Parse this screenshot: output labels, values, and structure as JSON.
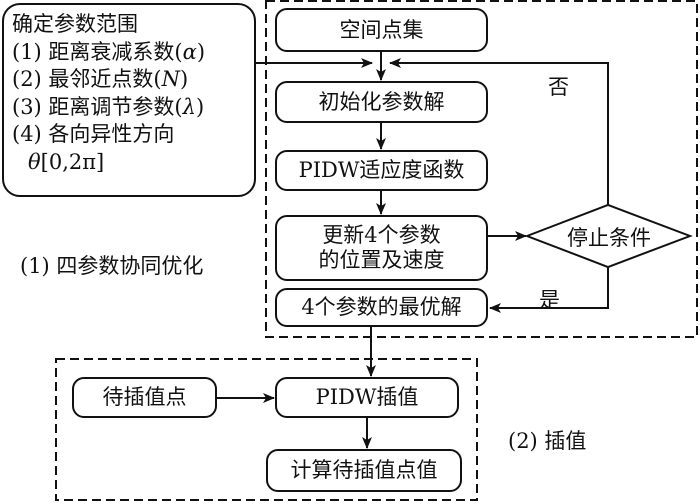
{
  "colors": {
    "line": "#111111",
    "background": "#ffffff"
  },
  "params_box": {
    "title": "确定参数范围",
    "items": [
      {
        "prefix": "(1) 距离衰减系数(",
        "symbol": "α",
        "suffix": ")"
      },
      {
        "prefix": "(2) 最邻近点数(",
        "symbol": "N",
        "suffix": ")"
      },
      {
        "prefix": "(3) 距离调节参数(",
        "symbol": "λ",
        "suffix": ")"
      },
      {
        "prefix": "(4) 各向异性方向",
        "symbol": "",
        "suffix": ""
      }
    ],
    "range_symbol": "θ",
    "range_text": "[0,2π]"
  },
  "section1": {
    "label": "(1) 四参数协同优化",
    "nodes": {
      "spatial_points": "空间点集",
      "init_params": "初始化参数解",
      "fitness": "PIDW适应度函数",
      "update_line1": "更新4个参数",
      "update_line2": "的位置及速度",
      "stop_condition": "停止条件",
      "optimal": "4个参数的最优解"
    },
    "edge_labels": {
      "no": "否",
      "yes": "是"
    }
  },
  "section2": {
    "label": "(2) 插值",
    "nodes": {
      "points_to_interp": "待插值点",
      "pidw_interp": "PIDW插值",
      "compute_values": "计算待插值点值"
    }
  }
}
